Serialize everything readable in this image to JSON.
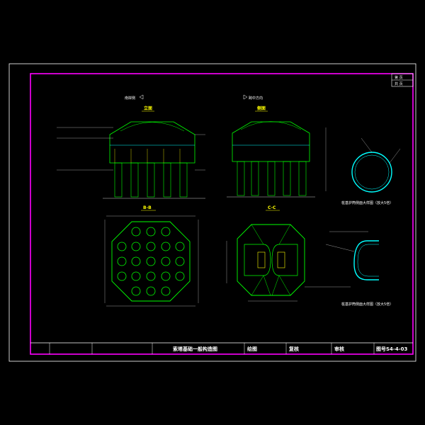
{
  "title_block": {
    "drawing_title": "索塔基础一般构造图",
    "drawn_label": "绘图",
    "review_label": "复核",
    "check_label": "审核",
    "sheet_label": "图号",
    "sheet_number": "S4-4-03"
  },
  "sheet_corner": {
    "line1": "第  页",
    "line2": "共  页"
  },
  "views": {
    "elevation_title": "立面",
    "side_title": "侧面",
    "section_b_title": "B-B",
    "section_c_title": "C-C",
    "arrow_left_note": "南岸侧",
    "arrow_right_note": "跨中方向"
  },
  "details": {
    "detail1_caption": "桩基护筒侧面大样图（放大5倍）",
    "detail2_caption": "桩基护筒侧面大样图（放大5倍）"
  },
  "colors": {
    "background": "#000000",
    "frame": "#ffffff",
    "inner_frame": "#ff00ff",
    "structure": "#00ff00",
    "highlight": "#00ffff",
    "labels": "#ffff00"
  }
}
